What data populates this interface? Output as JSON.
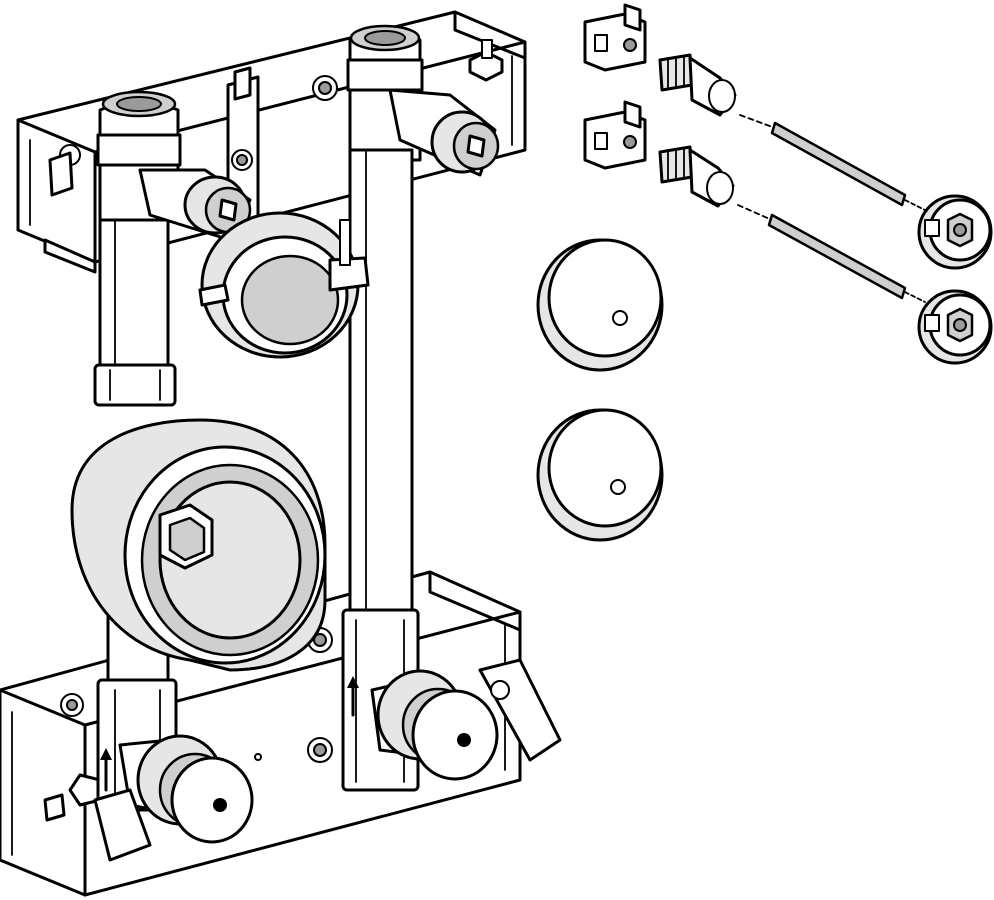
{
  "figure": {
    "type": "exploded-assembly-line-drawing",
    "palette": {
      "ink": "#000000",
      "paper": "#ffffff",
      "shade_light": "#e6e6e6",
      "shade_mid": "#cfcfcf",
      "shade_dark": "#9a9a9a"
    },
    "components": [
      {
        "id": "mounting-frame",
        "count": 1
      },
      {
        "id": "supply-pipe",
        "count": 2
      },
      {
        "id": "push-fit-connector",
        "count": 4
      },
      {
        "id": "pipe-clip-ring",
        "count": 1
      },
      {
        "id": "drain-sleeve",
        "count": 1
      },
      {
        "id": "protective-cap",
        "count": 2
      },
      {
        "id": "wall-bracket",
        "count": 2
      },
      {
        "id": "wall-plug",
        "count": 2
      },
      {
        "id": "threaded-rod",
        "count": 2
      },
      {
        "id": "flange-nut",
        "count": 2
      },
      {
        "id": "flow-direction-arrow",
        "count": 2
      }
    ]
  }
}
